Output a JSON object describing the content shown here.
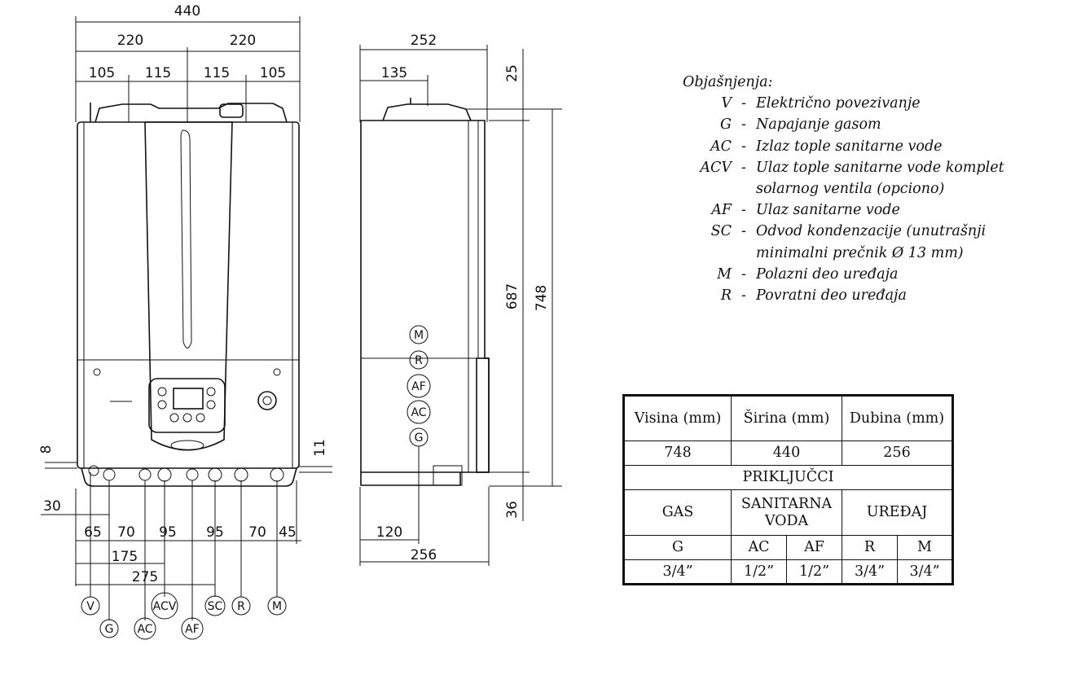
{
  "front_view": {
    "width_labels": [
      "440",
      "220",
      "220",
      "105",
      "115",
      "115",
      "105"
    ],
    "side_labels": [
      "8",
      "11"
    ],
    "bottom_labels": [
      "30",
      "65",
      "70",
      "95",
      "95",
      "70",
      "45",
      "175",
      "275"
    ],
    "connection_labels": [
      "V",
      "G",
      "AC",
      "ACV",
      "AF",
      "SC",
      "R",
      "M"
    ]
  },
  "side_view": {
    "top_labels": [
      "252",
      "135",
      "25"
    ],
    "height_labels": [
      "687",
      "748",
      "36"
    ],
    "bottom_labels": [
      "120",
      "256"
    ],
    "connection_labels": [
      "M",
      "R",
      "AF",
      "AC",
      "G"
    ]
  },
  "legend": {
    "title": "Objašnjenja:",
    "items": [
      {
        "code": "V",
        "desc": "Električno povezivanje"
      },
      {
        "code": "G",
        "desc": "Napajanje gasom"
      },
      {
        "code": "AC",
        "desc": "Izlaz tople sanitarne vode"
      },
      {
        "code": "ACV",
        "desc": "Ulaz tople sanitarne vode komplet solarnog ventila (opciono)"
      },
      {
        "code": "AF",
        "desc": "Ulaz sanitarne vode"
      },
      {
        "code": "SC",
        "desc": "Odvod kondenzacije (unutrašnji minimalni prečnik Ø 13 mm)"
      },
      {
        "code": "M",
        "desc": "Polazni deo uređaja"
      },
      {
        "code": "R",
        "desc": "Povratni deo uređaja"
      }
    ]
  },
  "spec_table": {
    "header": [
      "Visina (mm)",
      "Širina (mm)",
      "Dubina (mm)"
    ],
    "values": [
      "748",
      "440",
      "256"
    ],
    "section": "PRIKLJUČCI",
    "groups": [
      "GAS",
      "SANITARNA VODA",
      "UREĐAJ"
    ],
    "codes": [
      "G",
      "AC",
      "AF",
      "R",
      "M"
    ],
    "sizes": [
      "3/4”",
      "1/2”",
      "1/2”",
      "3/4”",
      "3/4”"
    ]
  }
}
